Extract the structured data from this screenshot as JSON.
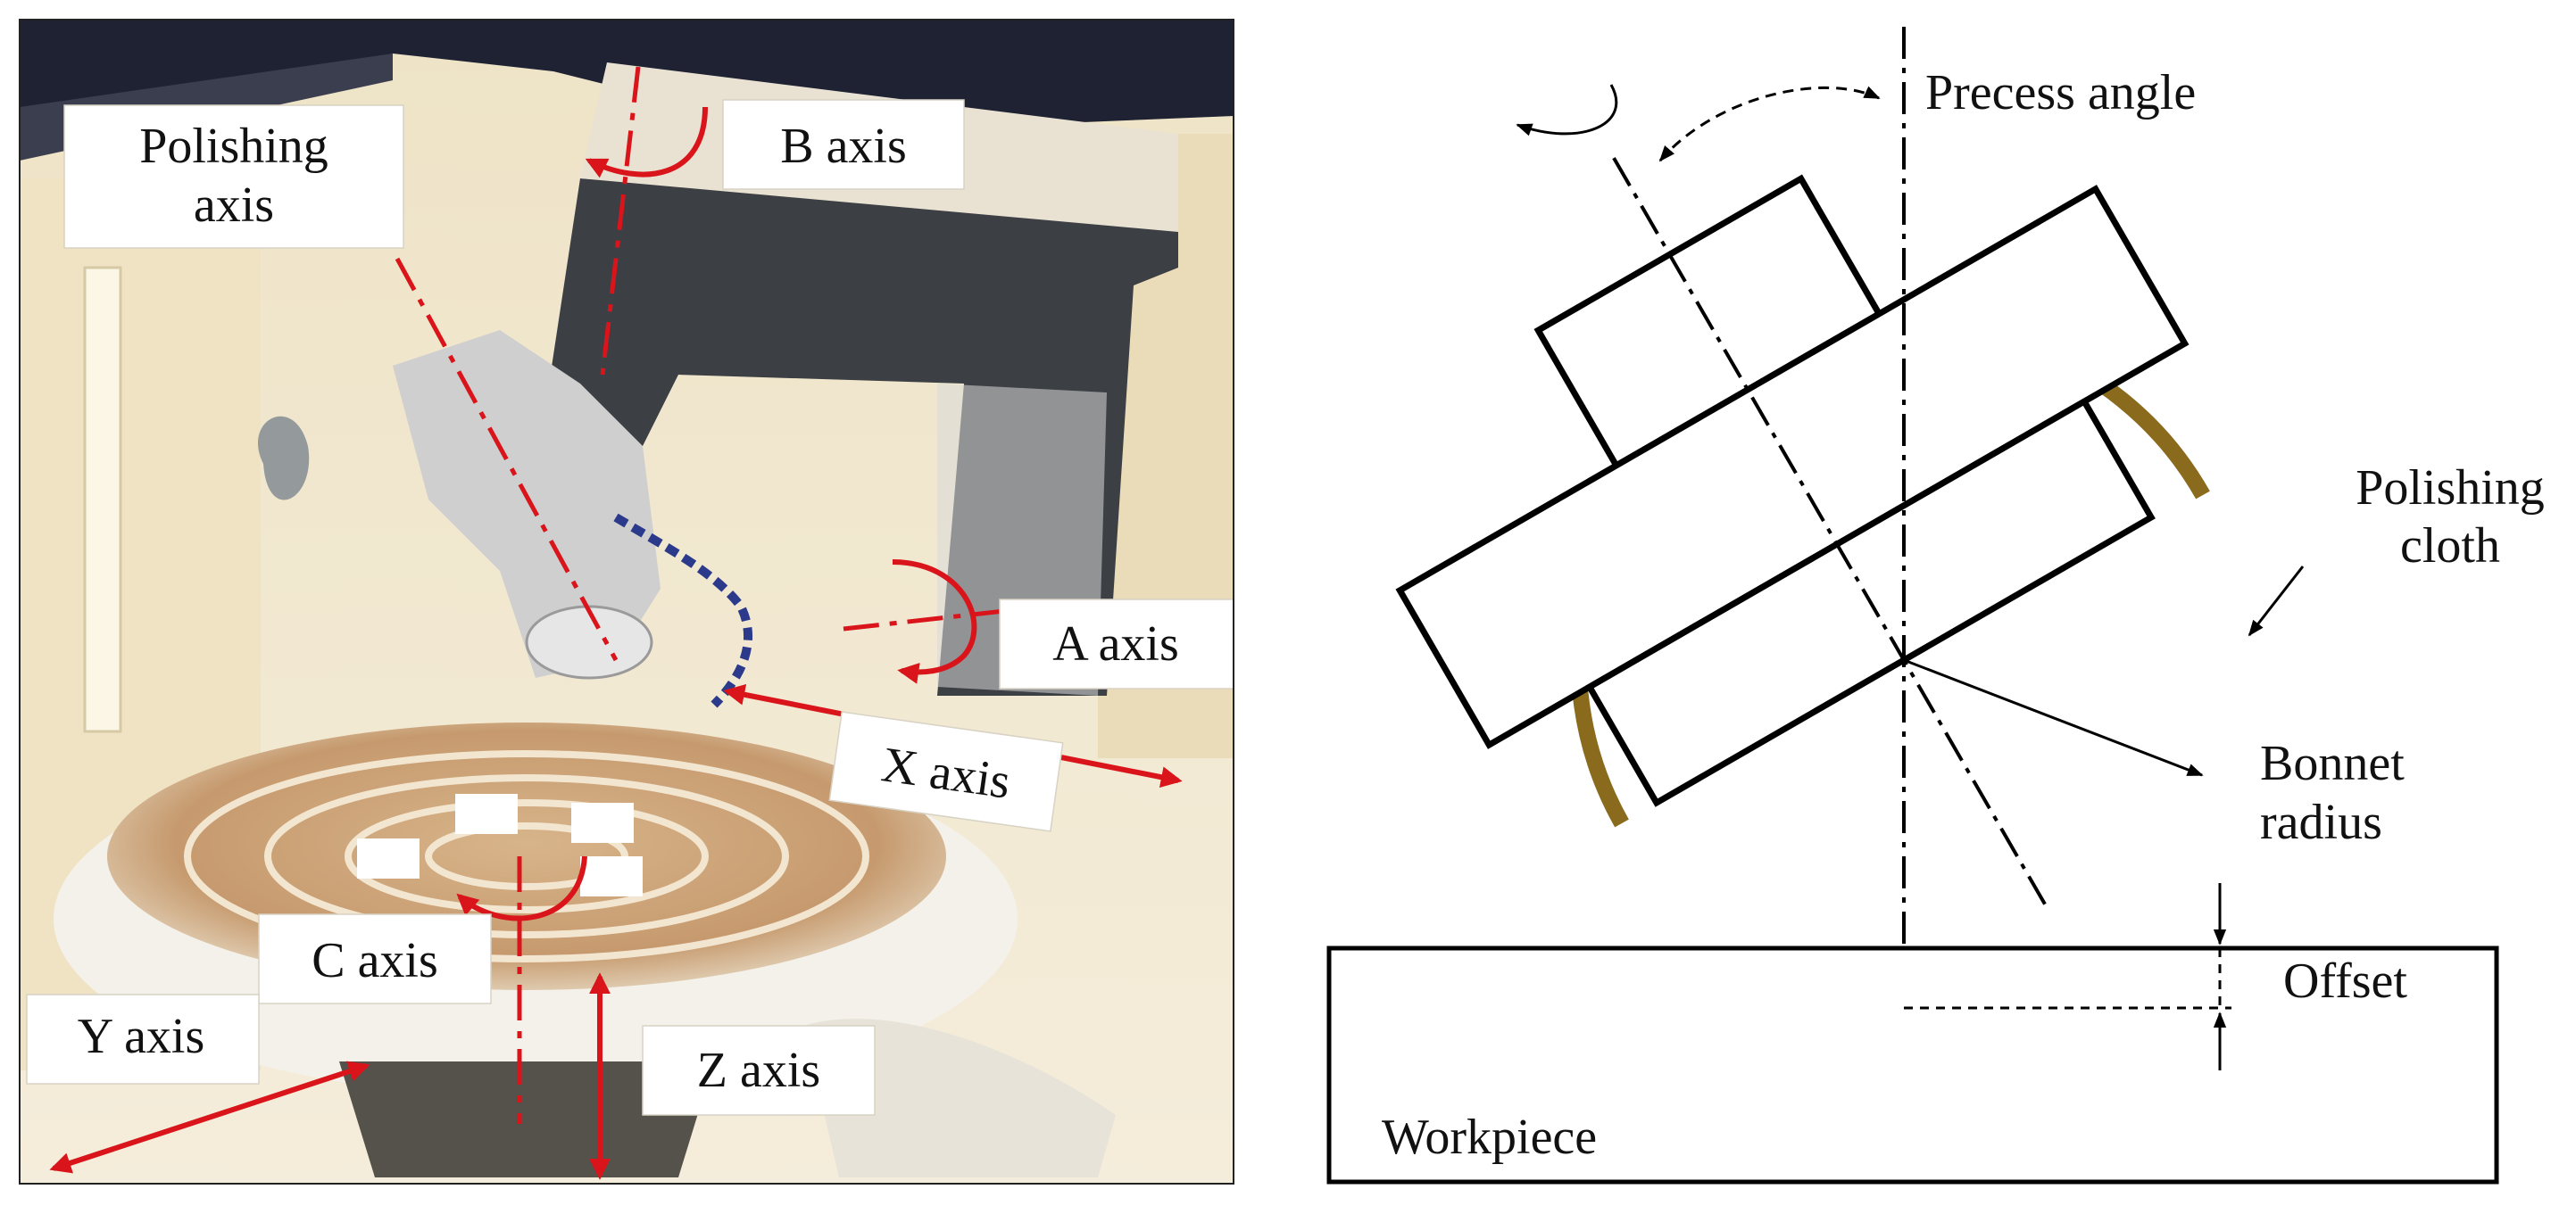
{
  "left_panel": {
    "labels": {
      "polishing_axis_line1": "Polishing",
      "polishing_axis_line2": "axis",
      "b_axis": "B axis",
      "a_axis": "A axis",
      "x_axis": "X axis",
      "c_axis": "C axis",
      "y_axis": "Y axis",
      "z_axis": "Z axis"
    }
  },
  "right_panel": {
    "labels": {
      "precess_angle": "Precess angle",
      "polishing_cloth_line1": "Polishing",
      "polishing_cloth_line2": "cloth",
      "bonnet_radius_line1": "Bonnet",
      "bonnet_radius_line2": "radius",
      "offset": "Offset",
      "workpiece": "Workpiece"
    }
  },
  "colors": {
    "axis_red": "#d9141a",
    "cloth_brown": "#8a6a1c",
    "line_black": "#000000"
  }
}
